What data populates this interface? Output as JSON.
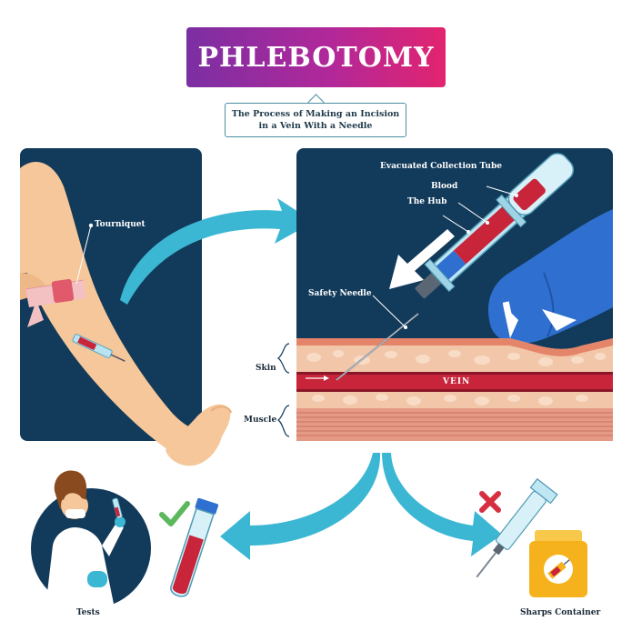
{
  "title": "PHLEBOTOMY",
  "subtitle": "The Process of Making an Incision in a Vein With a Needle",
  "labels": {
    "tourniquet": "Tourniquet",
    "evacuated_tube": "Evacuated Collection Tube",
    "blood": "Blood",
    "hub": "The Hub",
    "safety_needle": "Safety Needle",
    "skin": "Skin",
    "vein": "VEIN",
    "muscle": "Muscle",
    "tests": "Tests",
    "sharps_container": "Sharps Container"
  },
  "colors": {
    "panel": "#123a5a",
    "accent_cyan": "#3bb7d3",
    "blood_red": "#c8243a",
    "skin_tone": "#f5c79a",
    "title_start": "#7b2fa3",
    "title_end": "#e2246f",
    "check_green": "#5cb85c",
    "cross_red": "#d62f3f",
    "container_yellow": "#f5b21c"
  },
  "icons": [
    "check-icon",
    "cross-icon",
    "syringe-icon",
    "test-tube-icon",
    "sharps-container-icon"
  ]
}
